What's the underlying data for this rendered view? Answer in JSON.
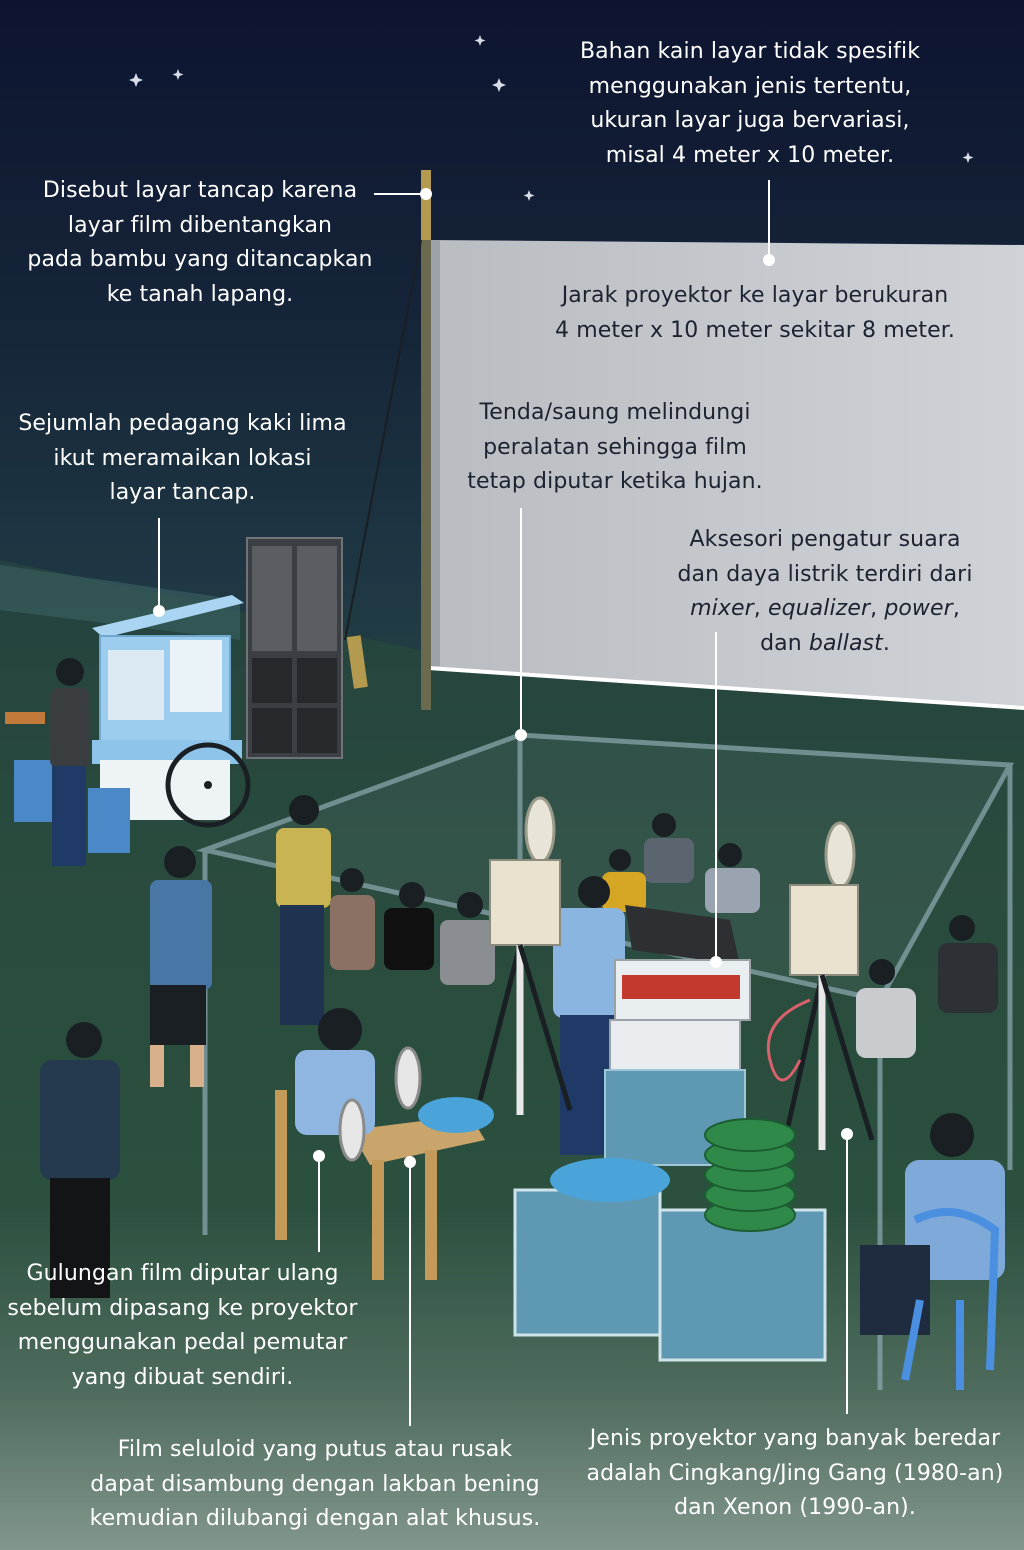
{
  "colors": {
    "sky_top": "#0d1430",
    "sky_mid": "#1d3442",
    "ground": "#2c4f3e",
    "ground_light": "#e8ede9",
    "screen": "#c9ccd0",
    "cart_blue": "#8ec4ea",
    "crate_blue": "#5e98b2",
    "reel_green": "#2f8a4a",
    "label_text": "#ffffff"
  },
  "captions": {
    "fabric": {
      "lines": [
        "Bahan kain layar tidak spesifik",
        "menggunakan jenis tertentu,",
        "ukuran layar juga bervariasi,",
        "misal 4 meter x 10 meter."
      ]
    },
    "bamboo": {
      "lines": [
        "Disebut layar tancap karena",
        "layar film dibentangkan",
        "pada bambu yang ditancapkan",
        "ke tanah lapang."
      ]
    },
    "distance": {
      "lines": [
        "Jarak proyektor ke layar berukuran",
        "4 meter x 10 meter sekitar 8 meter."
      ]
    },
    "vendors": {
      "lines": [
        "Sejumlah pedagang kaki lima",
        "ikut meramaikan lokasi",
        "layar tancap."
      ]
    },
    "tent": {
      "lines": [
        "Tenda/saung melindungi",
        "peralatan sehingga film",
        "tetap diputar ketika hujan."
      ]
    },
    "accessory": {
      "line1": "Aksesori pengatur suara",
      "line2": "dan daya listrik terdiri dari",
      "line3_items": [
        "mixer",
        "equalizer",
        "power"
      ],
      "line4_prefix": "dan",
      "line4_item": "ballast"
    },
    "rewind": {
      "lines": [
        "Gulungan film diputar ulang",
        "sebelum dipasang ke proyektor",
        "menggunakan pedal pemutar",
        "yang dibuat sendiri."
      ]
    },
    "celluloid": {
      "lines": [
        "Film seluloid yang putus atau rusak",
        "dapat disambung dengan lakban bening",
        "kemudian dilubangi dengan alat khusus."
      ]
    },
    "projector": {
      "lines": [
        "Jenis proyektor yang banyak beredar",
        "adalah Cingkang/Jing Gang (1980-an)",
        "dan Xenon (1990-an)."
      ]
    }
  }
}
